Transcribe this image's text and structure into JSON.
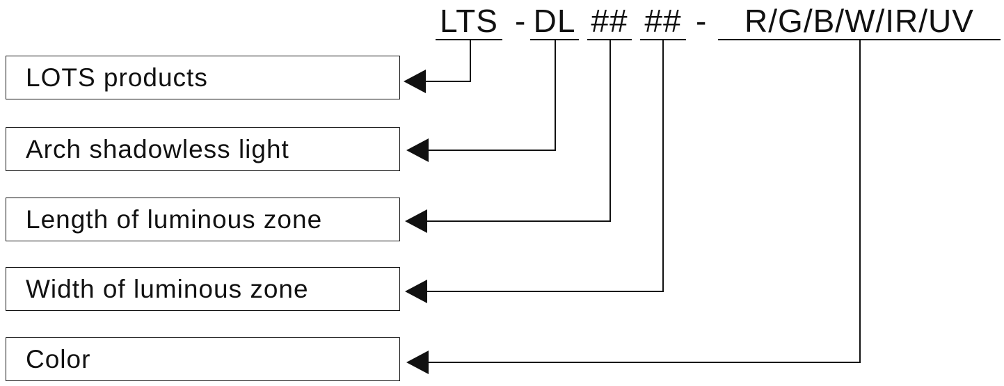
{
  "code": {
    "parts": [
      {
        "id": "prefix",
        "text": "LTS"
      },
      {
        "id": "sep1",
        "text": "-"
      },
      {
        "id": "series",
        "text": "DL"
      },
      {
        "id": "length",
        "text": "##"
      },
      {
        "id": "width",
        "text": "##"
      },
      {
        "id": "sep2",
        "text": "-"
      },
      {
        "id": "color",
        "text": "R/G/B/W/IR/UV"
      }
    ]
  },
  "labels": [
    {
      "text": "LOTS products",
      "links_to": "prefix"
    },
    {
      "text": "Arch shadowless light",
      "links_to": "series"
    },
    {
      "text": "Length of luminous zone",
      "links_to": "length"
    },
    {
      "text": "Width of luminous zone",
      "links_to": "width"
    },
    {
      "text": "Color",
      "links_to": "color"
    }
  ]
}
